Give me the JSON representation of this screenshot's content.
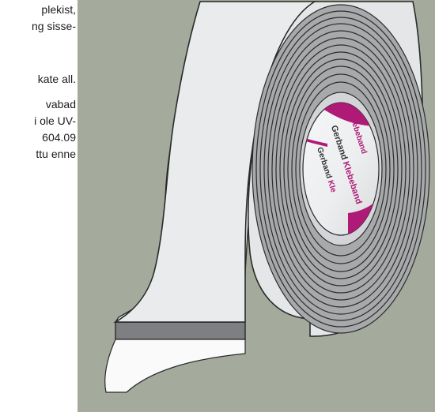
{
  "document": {
    "lines": [
      "plekist,",
      "ng sisse-",
      "kate all.",
      "vabad",
      "i ole UV-",
      "604.09",
      "ttu enne"
    ]
  },
  "illustration": {
    "background_color": "#a4ab9d",
    "tape_colors": {
      "outer_face": "#e9ebec",
      "dark_layer": "#7d7f82",
      "roll_edge": "#a7a9ab",
      "core_accent": "#b01a77"
    },
    "core_label": {
      "brand": "Gerband",
      "product": "Klebeband",
      "partial": "Kle"
    }
  }
}
